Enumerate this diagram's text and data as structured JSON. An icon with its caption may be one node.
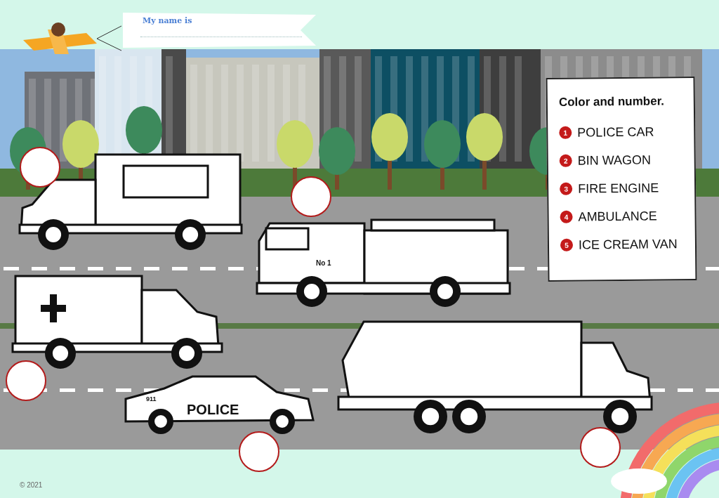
{
  "diagram": {
    "labels": [
      "My name is",
      "Color and number.",
      "1",
      "POLICE CAR",
      "2",
      "BIN WAGON",
      "3",
      "FIRE ENGINE",
      "4",
      "AMBULANCE",
      "5",
      "ICE CREAM VAN",
      "No 1",
      "911",
      "POLICE",
      "© 2021"
    ]
  }
}
